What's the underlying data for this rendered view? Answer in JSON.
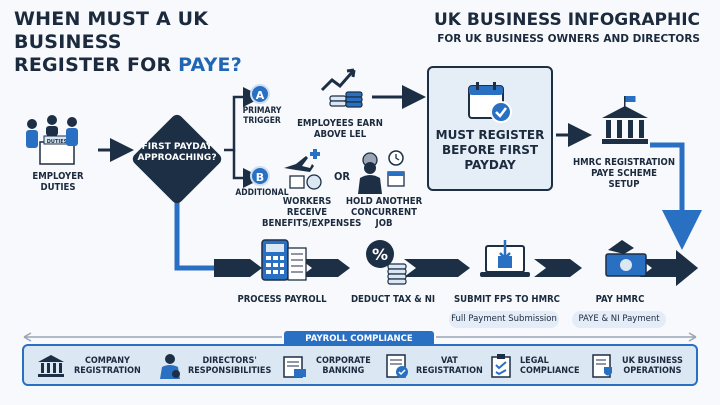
{
  "header": {
    "title_line1": "WHEN MUST A UK BUSINESS",
    "title_line2_prefix": "REGISTER FOR ",
    "title_line2_accent": "PAYE?",
    "right_title": "UK BUSINESS INFOGRAPHIC",
    "right_subtitle": "FOR UK BUSINESS OWNERS AND DIRECTORS"
  },
  "start": {
    "label_line1": "EMPLOYER",
    "label_line2": "DUTIES",
    "sign_text": "DUTIES"
  },
  "decision": {
    "line1": "FIRST PAYDAY",
    "line2": "APPROACHING?"
  },
  "trigger_a": {
    "badge": "A",
    "label_line1": "PRIMARY",
    "label_line2": "TRIGGER",
    "text_line1": "EMPLOYEES EARN",
    "text_line2": "ABOVE LEL"
  },
  "trigger_b": {
    "badge": "B",
    "label": "ADDITIONAL",
    "or": "OR",
    "text1_line1": "WORKERS RECEIVE",
    "text1_line2": "BENEFITS/EXPENSES",
    "text2_line1": "HOLD ANOTHER",
    "text2_line2": "CONCURRENT JOB"
  },
  "must_register": {
    "line1": "MUST REGISTER",
    "line2": "BEFORE FIRST",
    "line3": "PAYDAY"
  },
  "hmrc": {
    "line1": "HMRC REGISTRATION",
    "line2": "PAYE SCHEME",
    "line3": "SETUP"
  },
  "steps": [
    {
      "label": "PROCESS PAYROLL",
      "pill": ""
    },
    {
      "label": "DEDUCT TAX & NI",
      "pill": ""
    },
    {
      "label": "SUBMIT FPS TO HMRC",
      "pill": "Full Payment Submission"
    },
    {
      "label": "PAY HMRC",
      "pill": "PAYE & NI Payment"
    }
  ],
  "journey": {
    "tag": "PAYROLL COMPLIANCE JOURNEY",
    "items": [
      {
        "line1": "COMPANY",
        "line2": "REGISTRATION",
        "icon": "bank-icon"
      },
      {
        "line1": "DIRECTORS'",
        "line2": "RESPONSIBILITIES",
        "icon": "director-icon"
      },
      {
        "line1": "CORPORATE",
        "line2": "BANKING",
        "icon": "banking-icon"
      },
      {
        "line1": "VAT",
        "line2": "REGISTRATION",
        "icon": "vat-icon"
      },
      {
        "line1": "LEGAL",
        "line2": "COMPLIANCE",
        "icon": "legal-icon"
      },
      {
        "line1": "UK BUSINESS",
        "line2": "OPERATIONS",
        "icon": "operations-icon"
      }
    ]
  },
  "colors": {
    "dark": "#1c2f45",
    "blue": "#2a70c2",
    "light": "#dce7f4"
  }
}
